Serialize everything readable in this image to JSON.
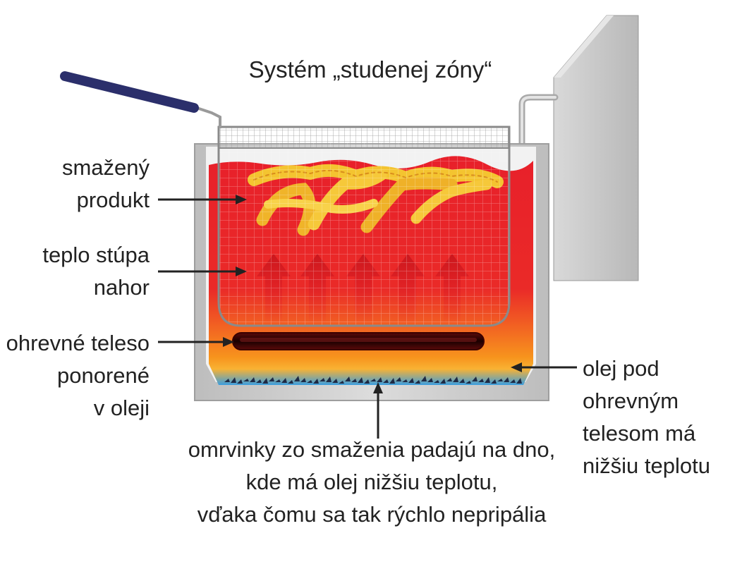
{
  "diagram": {
    "title": "Systém „studenej zóny“",
    "labels": {
      "fried_product": [
        "smažený",
        "produkt"
      ],
      "heat_rises": [
        "teplo stúpa",
        "nahor"
      ],
      "heating_element": [
        "ohrevné teleso",
        "ponorené",
        "v oleji"
      ],
      "cold_oil": [
        "olej pod",
        "ohrevným",
        "telesom má",
        "nižšiu teplotu"
      ],
      "crumbs": [
        "omrvinky zo smaženia padajú na dno,",
        "kde má olej nižšiu teplotu,",
        "vďaka čomu sa tak rýchlo nepripália"
      ]
    },
    "colors": {
      "oil_hot": "#e8202a",
      "oil_warm": "#f7941d",
      "oil_cold": "#3b9ee0",
      "tank": "#c8c8c8",
      "handle": "#2b2f6b",
      "food": "#f4c430"
    }
  }
}
